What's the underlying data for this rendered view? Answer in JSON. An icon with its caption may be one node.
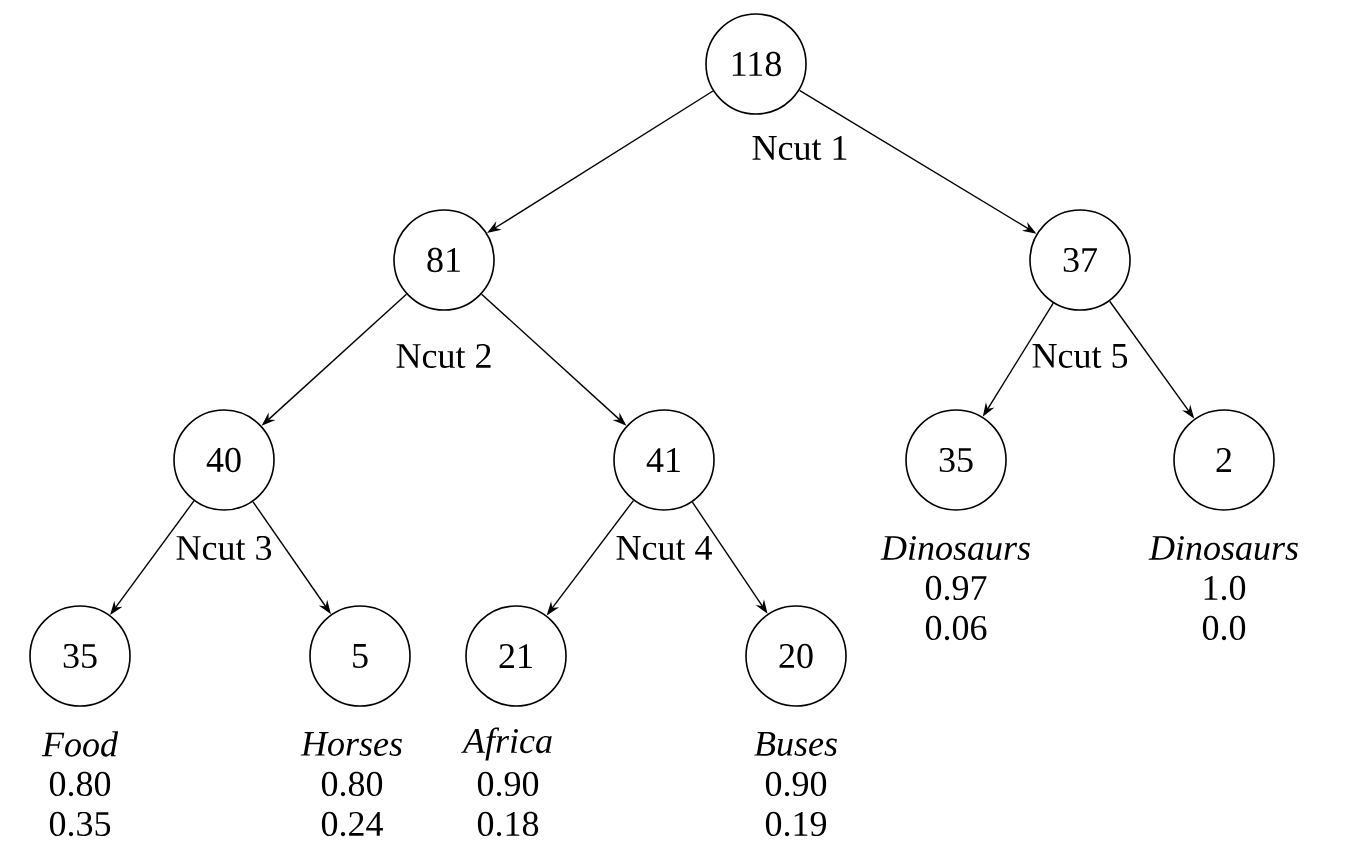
{
  "diagram": {
    "nodes": [
      {
        "text": [
          "118"
        ],
        "beside": [
          "Ncut 1"
        ]
      },
      {
        "text": [
          "81"
        ],
        "beside": [
          "Ncut 2"
        ]
      },
      {
        "text": [
          "37"
        ],
        "beside": [
          "Ncut 5"
        ]
      },
      {
        "text": [
          "40"
        ],
        "beside": [
          "Ncut 3"
        ]
      },
      {
        "text": [
          "41"
        ],
        "beside": [
          "Ncut 4"
        ]
      },
      {
        "text": [
          "35"
        ],
        "beside": [
          "Dinosaurs",
          "0.97",
          "0.06"
        ]
      },
      {
        "text": [
          "2"
        ],
        "beside": [
          "Dinosaurs",
          "1.0",
          "0.0"
        ]
      },
      {
        "text": [
          "35"
        ],
        "beside": [
          "Food",
          "0.80",
          "0.35"
        ]
      },
      {
        "text": [
          "5"
        ],
        "beside": [
          "Horses",
          "0.80",
          "0.24"
        ]
      },
      {
        "text": [
          "21"
        ],
        "beside": [
          "Africa",
          "0.90",
          "0.18"
        ]
      },
      {
        "text": [
          "20"
        ],
        "beside": [
          "Buses",
          "0.90",
          "0.19"
        ]
      }
    ],
    "edges": [
      {
        "from": 0,
        "to": 1,
        "arrow": "to"
      },
      {
        "from": 0,
        "to": 2,
        "arrow": "to"
      },
      {
        "from": 1,
        "to": 3,
        "arrow": "to"
      },
      {
        "from": 1,
        "to": 4,
        "arrow": "to"
      },
      {
        "from": 2,
        "to": 5,
        "arrow": "to"
      },
      {
        "from": 2,
        "to": 6,
        "arrow": "to"
      },
      {
        "from": 3,
        "to": 7,
        "arrow": "to"
      },
      {
        "from": 3,
        "to": 8,
        "arrow": "to"
      },
      {
        "from": 4,
        "to": 9,
        "arrow": "to"
      },
      {
        "from": 4,
        "to": 10,
        "arrow": "to"
      }
    ]
  }
}
